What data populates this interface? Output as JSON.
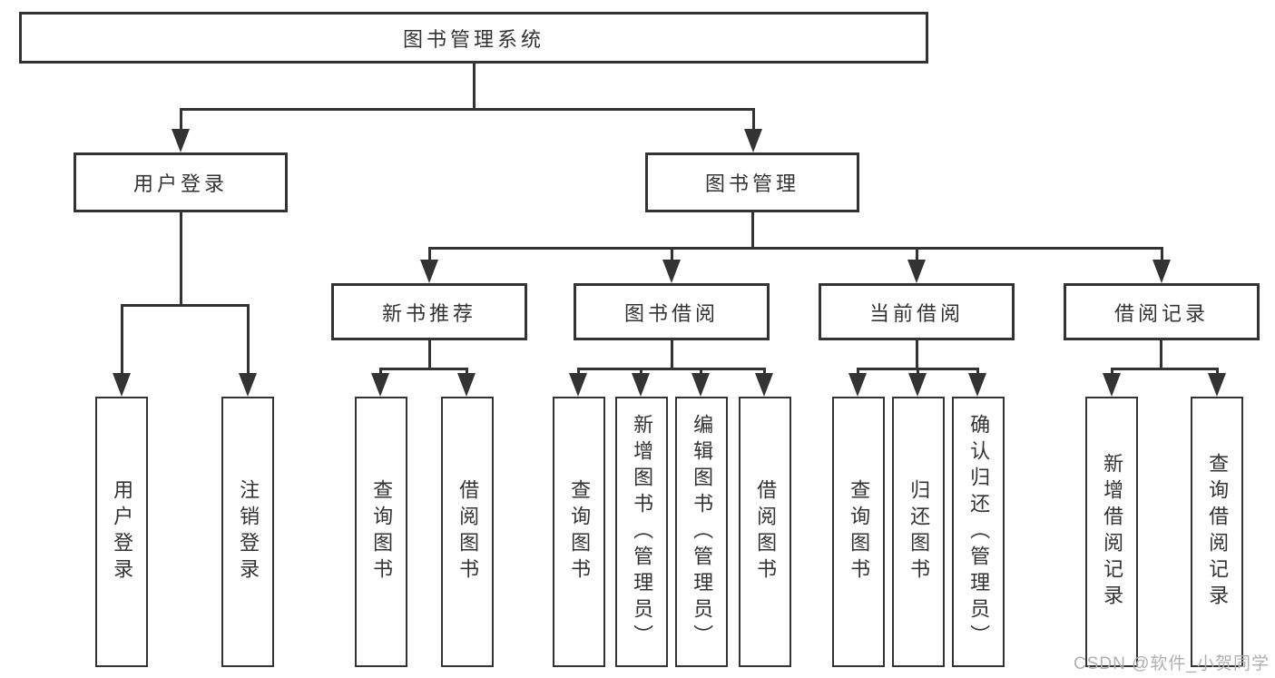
{
  "diagram": {
    "title": "图书管理系统",
    "level2": {
      "user_login": "用户登录",
      "book_mgmt": "图书管理"
    },
    "level3": {
      "new_book": "新书推荐",
      "book_borrow": "图书借阅",
      "current_borrow": "当前借阅",
      "borrow_record": "借阅记录"
    },
    "leaves": {
      "user_login": [
        "用户登录",
        "注销登录"
      ],
      "new_book": [
        "查询图书",
        "借阅图书"
      ],
      "book_borrow": [
        "查询图书",
        "新增图书（管理员）",
        "编辑图书（管理员）",
        "借阅图书"
      ],
      "current_borrow": [
        "查询图书",
        "归还图书",
        "确认归还（管理员）"
      ],
      "borrow_record": [
        "新增借阅记录",
        "查询借阅记录"
      ]
    }
  },
  "watermark": "CSDN @软件_小贺同学",
  "colors": {
    "line": "#333333",
    "box_border": "#333333",
    "text": "#333333",
    "background": "#ffffff",
    "watermark": "#b0b0b0"
  }
}
